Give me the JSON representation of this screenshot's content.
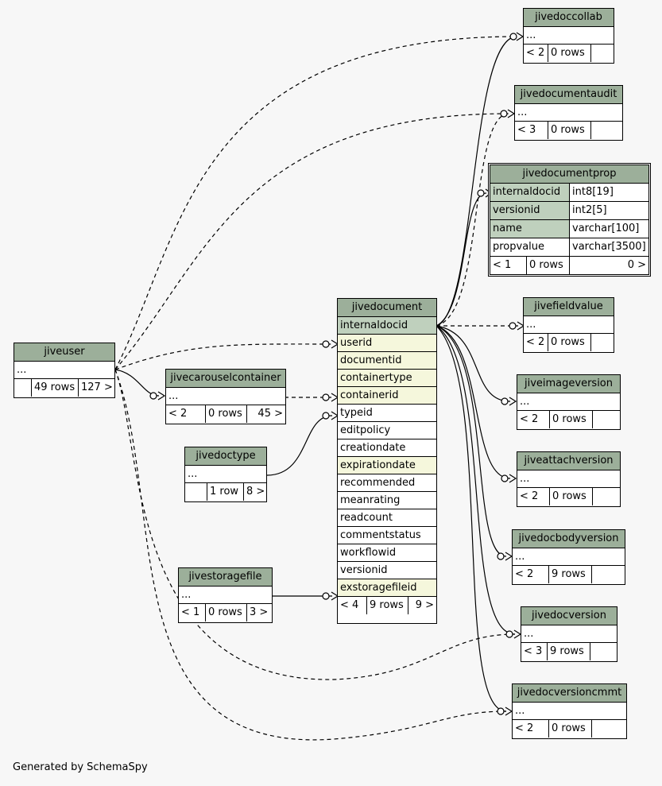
{
  "credit": "Generated by SchemaSpy",
  "tables": {
    "jivedoccollab": {
      "name": "jivedoccollab",
      "row": "...",
      "foot": [
        "< 2",
        "0 rows",
        ""
      ]
    },
    "jivedocumentaudit": {
      "name": "jivedocumentaudit",
      "row": "...",
      "foot": [
        "< 3",
        "0 rows",
        ""
      ]
    },
    "jivedocumentprop": {
      "name": "jivedocumentprop",
      "columns": [
        {
          "name": "internaldocid",
          "type": "int8[19]"
        },
        {
          "name": "versionid",
          "type": "int2[5]"
        },
        {
          "name": "name",
          "type": "varchar[100]"
        },
        {
          "name": "propvalue",
          "type": "varchar[3500]"
        }
      ],
      "foot": [
        "< 1",
        "0 rows",
        "0 >"
      ]
    },
    "jivefieldvalue": {
      "name": "jivefieldvalue",
      "row": "...",
      "foot": [
        "< 2",
        "0 rows",
        ""
      ]
    },
    "jiveimageversion": {
      "name": "jiveimageversion",
      "row": "...",
      "foot": [
        "< 2",
        "0 rows",
        ""
      ]
    },
    "jiveattachversion": {
      "name": "jiveattachversion",
      "row": "...",
      "foot": [
        "< 2",
        "0 rows",
        ""
      ]
    },
    "jivedocbodyversion": {
      "name": "jivedocbodyversion",
      "row": "...",
      "foot": [
        "< 2",
        "9 rows",
        ""
      ]
    },
    "jivedocversion": {
      "name": "jivedocversion",
      "row": "...",
      "foot": [
        "< 3",
        "9 rows",
        ""
      ]
    },
    "jivedocversioncmmt": {
      "name": "jivedocversioncmmt",
      "row": "...",
      "foot": [
        "< 2",
        "0 rows",
        ""
      ]
    },
    "jiveuser": {
      "name": "jiveuser",
      "row": "...",
      "foot": [
        "",
        "49 rows",
        "127 >"
      ]
    },
    "jivecarouselcontainer": {
      "name": "jivecarouselcontainer",
      "row": "...",
      "foot": [
        "< 2",
        "0 rows",
        "45 >"
      ]
    },
    "jivedoctype": {
      "name": "jivedoctype",
      "row": "...",
      "foot": [
        "",
        "1 row",
        "8 >"
      ]
    },
    "jivestoragefile": {
      "name": "jivestoragefile",
      "row": "...",
      "foot": [
        "< 1",
        "0 rows",
        "3 >"
      ]
    },
    "jivedocument": {
      "name": "jivedocument",
      "columns": [
        {
          "name": "internaldocid",
          "kind": "pk"
        },
        {
          "name": "userid",
          "kind": "fk"
        },
        {
          "name": "documentid",
          "kind": "fk"
        },
        {
          "name": "containertype",
          "kind": "fk"
        },
        {
          "name": "containerid",
          "kind": "fk"
        },
        {
          "name": "typeid",
          "kind": "plain"
        },
        {
          "name": "editpolicy",
          "kind": "plain"
        },
        {
          "name": "creationdate",
          "kind": "plain"
        },
        {
          "name": "expirationdate",
          "kind": "fk"
        },
        {
          "name": "recommended",
          "kind": "plain"
        },
        {
          "name": "meanrating",
          "kind": "plain"
        },
        {
          "name": "readcount",
          "kind": "plain"
        },
        {
          "name": "commentstatus",
          "kind": "plain"
        },
        {
          "name": "workflowid",
          "kind": "plain"
        },
        {
          "name": "versionid",
          "kind": "plain"
        },
        {
          "name": "exstoragefileid",
          "kind": "fk"
        }
      ],
      "foot": [
        "< 4",
        "9 rows",
        "9 >"
      ]
    }
  }
}
